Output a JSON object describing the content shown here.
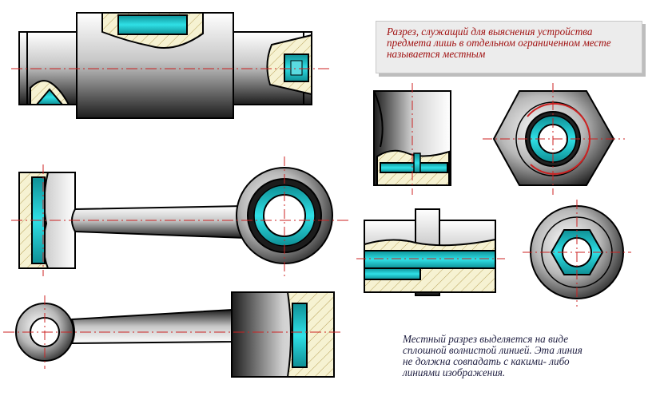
{
  "caption": {
    "lines": [
      "Разрез, служащий для выяснения устройства",
      "предмета лишь в отдельном ограниченном месте",
      "называется местным"
    ]
  },
  "note": {
    "lines": [
      "Местный разрез выделяется на виде",
      "сплошной  волнистой линией. Эта линия",
      "не должна совпадать с какими- либо",
      "линиями изображения."
    ]
  },
  "colors": {
    "cyan": "#22c6cc",
    "hatch_fill": "#f6f2d2",
    "hatch_line": "#b9a35a",
    "axis_line": "#cc2222",
    "outline": "#000000",
    "caption_text": "#a01010",
    "note_text": "#222244"
  }
}
